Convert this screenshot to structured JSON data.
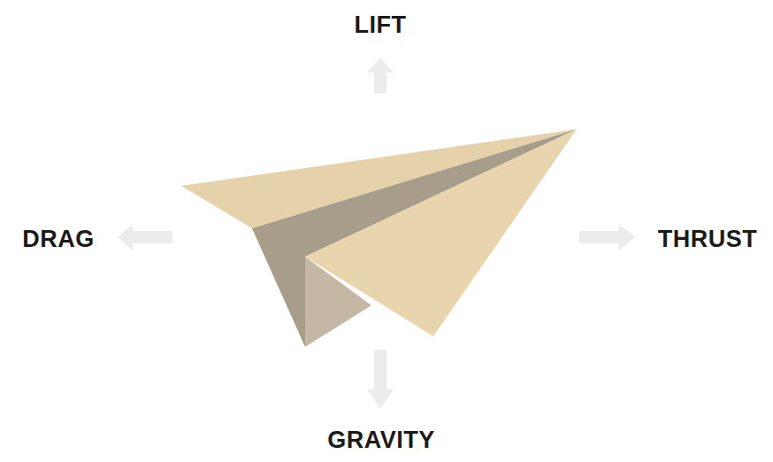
{
  "diagram": {
    "labels": [
      "LIFT",
      "DRAG",
      "THRUST",
      "GRAVITY"
    ]
  }
}
